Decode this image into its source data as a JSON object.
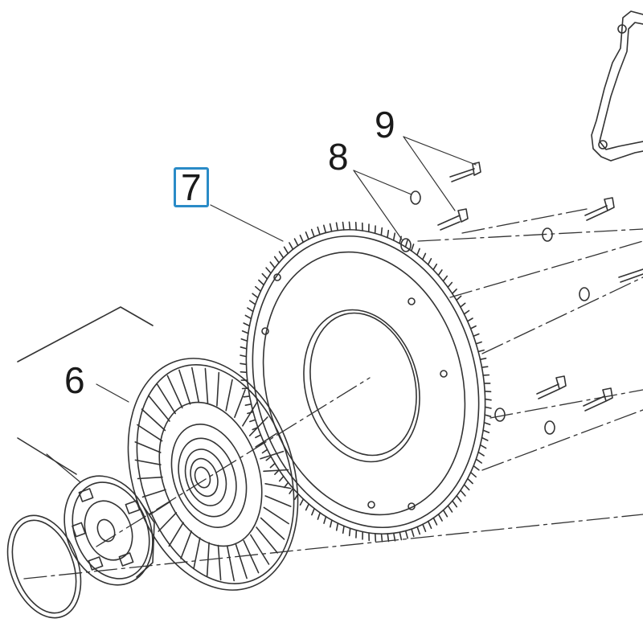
{
  "diagram": {
    "callouts": [
      {
        "id": "6",
        "label": "6",
        "highlighted": false
      },
      {
        "id": "7",
        "label": "7",
        "highlighted": true
      },
      {
        "id": "8",
        "label": "8",
        "highlighted": false
      },
      {
        "id": "9",
        "label": "9",
        "highlighted": false
      }
    ],
    "colors": {
      "line": "#333333",
      "highlight": "#2a8bc7",
      "background": "#ffffff"
    }
  }
}
